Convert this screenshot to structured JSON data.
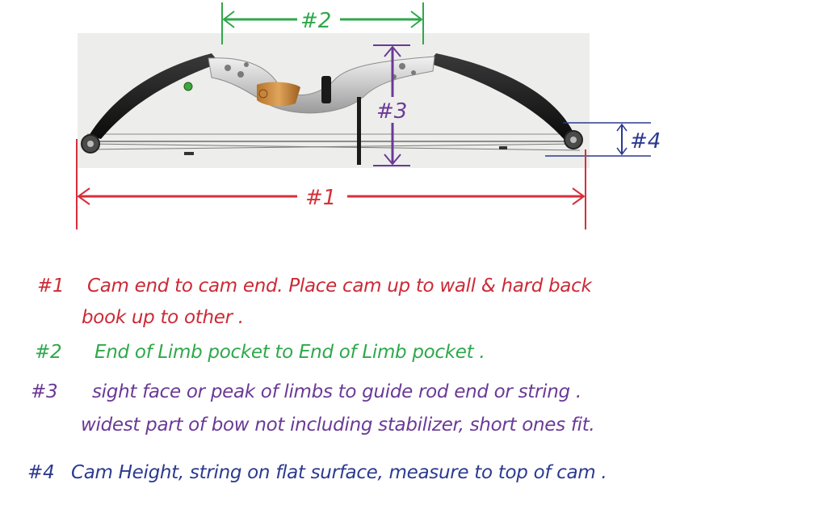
{
  "dimensions": {
    "d1": {
      "label": "#1",
      "color": "#d62f3a"
    },
    "d2": {
      "label": "#2",
      "color": "#2ea84a"
    },
    "d3": {
      "label": "#3",
      "color": "#6a3a96"
    },
    "d4": {
      "label": "#4",
      "color": "#2b3a8f"
    }
  },
  "legend": {
    "item1": {
      "num": "#1",
      "line1": "Cam end to cam end. Place cam up to wall & hard back",
      "line2": "book up to other ."
    },
    "item2": {
      "num": "#2",
      "line1": "End of Limb pocket to  End of Limb pocket ."
    },
    "item3": {
      "num": "#3",
      "line1": "sight face or peak of limbs to guide rod end or string .",
      "line2": "widest part of bow not including stabilizer, short ones fit."
    },
    "item4": {
      "num": "#4",
      "line1": "Cam Height, string on flat surface, measure to top of cam ."
    }
  }
}
